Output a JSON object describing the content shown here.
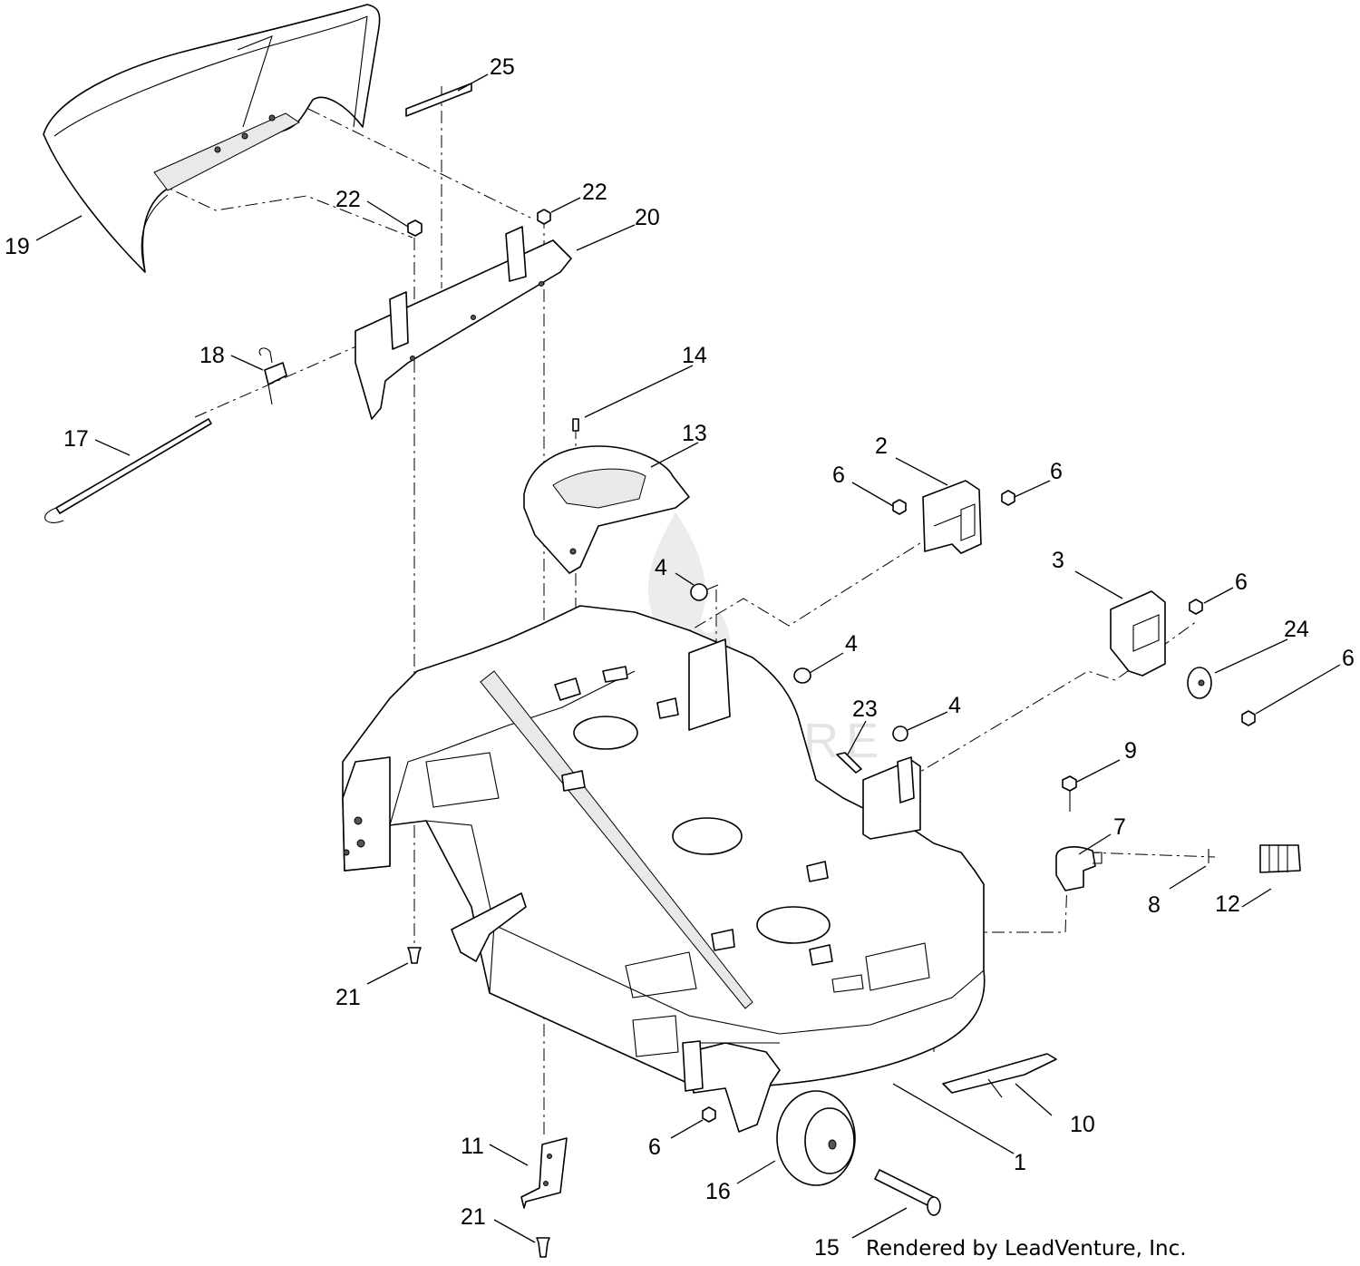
{
  "callouts": [
    {
      "id": "c1",
      "label": "1"
    },
    {
      "id": "c2",
      "label": "2"
    },
    {
      "id": "c3",
      "label": "3"
    },
    {
      "id": "c4a",
      "label": "4"
    },
    {
      "id": "c4b",
      "label": "4"
    },
    {
      "id": "c4c",
      "label": "4"
    },
    {
      "id": "c6a",
      "label": "6"
    },
    {
      "id": "c6b",
      "label": "6"
    },
    {
      "id": "c6c",
      "label": "6"
    },
    {
      "id": "c6d",
      "label": "6"
    },
    {
      "id": "c6e",
      "label": "6"
    },
    {
      "id": "c7",
      "label": "7"
    },
    {
      "id": "c8",
      "label": "8"
    },
    {
      "id": "c9",
      "label": "9"
    },
    {
      "id": "c10",
      "label": "10"
    },
    {
      "id": "c11",
      "label": "11"
    },
    {
      "id": "c12",
      "label": "12"
    },
    {
      "id": "c13",
      "label": "13"
    },
    {
      "id": "c14",
      "label": "14"
    },
    {
      "id": "c15",
      "label": "15"
    },
    {
      "id": "c16",
      "label": "16"
    },
    {
      "id": "c17",
      "label": "17"
    },
    {
      "id": "c18",
      "label": "18"
    },
    {
      "id": "c19",
      "label": "19"
    },
    {
      "id": "c20",
      "label": "20"
    },
    {
      "id": "c21a",
      "label": "21"
    },
    {
      "id": "c21b",
      "label": "21"
    },
    {
      "id": "c22a",
      "label": "22"
    },
    {
      "id": "c22b",
      "label": "22"
    },
    {
      "id": "c23",
      "label": "23"
    },
    {
      "id": "c24",
      "label": "24"
    },
    {
      "id": "c25",
      "label": "25"
    }
  ],
  "watermark": "LEADVENTURE",
  "credit": "Rendered by LeadVenture, Inc."
}
